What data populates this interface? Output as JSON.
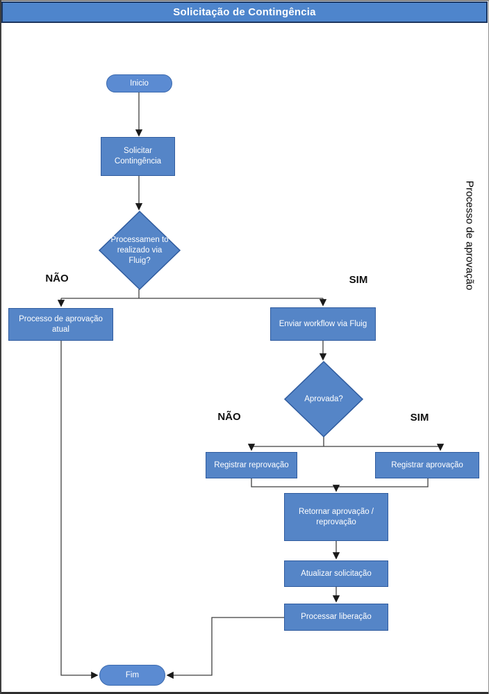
{
  "title": "Solicitação de Contingência",
  "lane_label": "Processo de aprovação",
  "nodes": {
    "inicio": {
      "label": "Inicio",
      "type": "start"
    },
    "solicitar_contingencia": {
      "label": "Solicitar Contingência",
      "type": "process"
    },
    "processamento_fluig": {
      "label": "Processamen to realizado via Fluig?",
      "type": "decision"
    },
    "processo_aprovacao_atual": {
      "label": "Processo de aprovação atual",
      "type": "process"
    },
    "enviar_workflow": {
      "label": "Enviar workflow via Fluig",
      "type": "process"
    },
    "aprovada": {
      "label": "Aprovada?",
      "type": "decision"
    },
    "registrar_reprovacao": {
      "label": "Registrar reprovação",
      "type": "process"
    },
    "registrar_aprovacao": {
      "label": "Registrar aprovação",
      "type": "process"
    },
    "retornar_aprovacao_reprovacao": {
      "label": "Retornar aprovação / reprovação",
      "type": "process"
    },
    "atualizar_solicitacao": {
      "label": "Atualizar solicitação",
      "type": "process"
    },
    "processar_liberacao": {
      "label": "Processar liberação",
      "type": "process"
    },
    "fim": {
      "label": "Fim",
      "type": "end"
    }
  },
  "edge_labels": {
    "fluig_nao": "NÃO",
    "fluig_sim": "SIM",
    "aprovada_nao": "NÃO",
    "aprovada_sim": "SIM"
  },
  "colors": {
    "node_fill": "#5585C7",
    "node_border": "#2F5B9E",
    "start_end_fill": "#5b8bd2",
    "start_end_border": "#3a69ae",
    "title_fill": "#4E85CC",
    "title_border": "#1b355e",
    "connector": "#3f3f3f",
    "node_text": "#ffffff",
    "label_text": "#111111"
  }
}
